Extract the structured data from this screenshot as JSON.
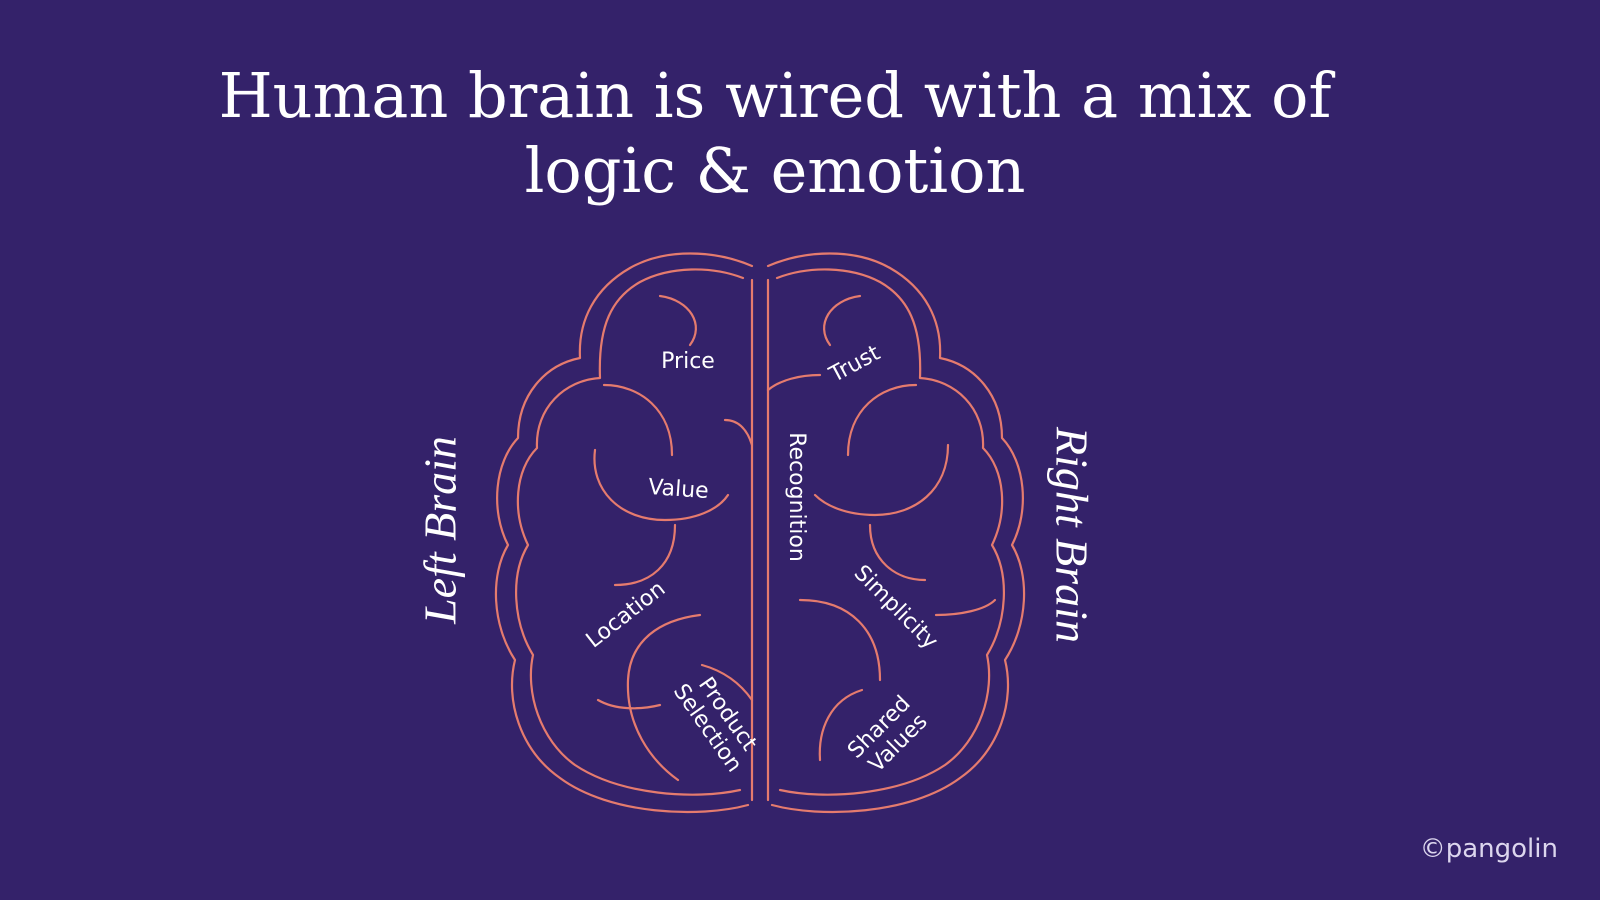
{
  "title": {
    "line1": "Human brain is wired with a mix of",
    "line2": "logic & emotion"
  },
  "left_label": "Left Brain",
  "right_label": "Right Brain",
  "left_regions": {
    "price": "Price",
    "value": "Value",
    "location": "Location",
    "product_line1": "Product",
    "product_line2": "Selection"
  },
  "right_regions": {
    "trust": "Trust",
    "recognition": "Recognition",
    "simplicity": "Simplicity",
    "shared_line1": "Shared",
    "shared_line2": "Values"
  },
  "copyright": "©pangolin",
  "colors": {
    "background": "#34226a",
    "outline": "#e57b6e",
    "text": "#ffffff"
  }
}
